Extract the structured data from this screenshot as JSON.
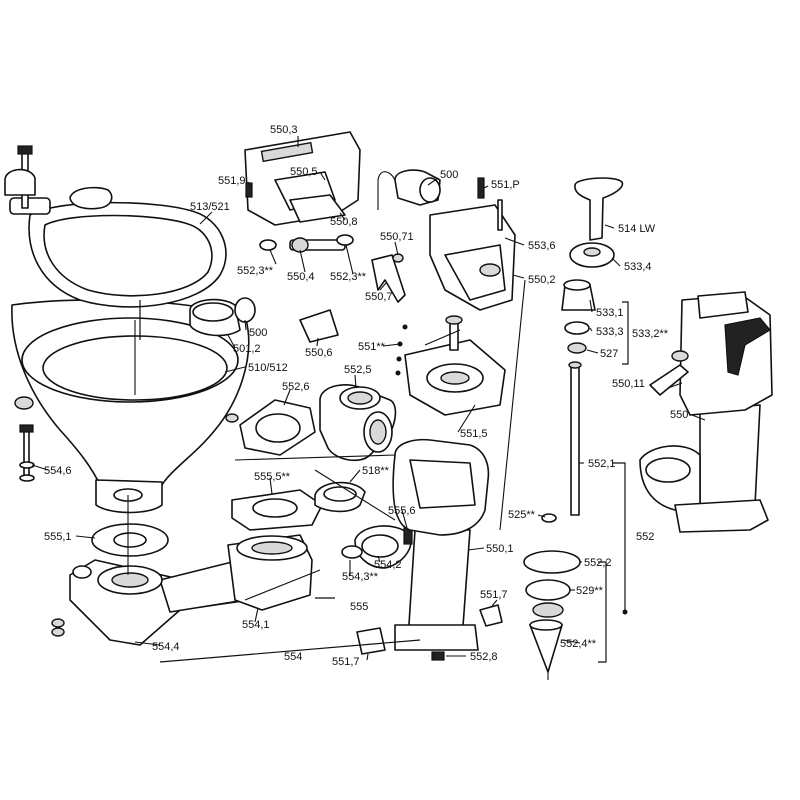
{
  "labels": [
    {
      "id": "l-550-3",
      "text": "550,3"
    },
    {
      "id": "l-551-9",
      "text": "551,9"
    },
    {
      "id": "l-550-5",
      "text": "550,5"
    },
    {
      "id": "l-513-521",
      "text": "513/521"
    },
    {
      "id": "l-500-top",
      "text": "500"
    },
    {
      "id": "l-551-p",
      "text": "551,P"
    },
    {
      "id": "l-514-lw",
      "text": "514 LW"
    },
    {
      "id": "l-550-8",
      "text": "550,8"
    },
    {
      "id": "l-550-71",
      "text": "550,71"
    },
    {
      "id": "l-553-6",
      "text": "553,6"
    },
    {
      "id": "l-552-3-a",
      "text": "552,3**"
    },
    {
      "id": "l-550-4",
      "text": "550,4"
    },
    {
      "id": "l-552-3-b",
      "text": "552,3**"
    },
    {
      "id": "l-533-4",
      "text": "533,4"
    },
    {
      "id": "l-550-2",
      "text": "550,2"
    },
    {
      "id": "l-550-7",
      "text": "550,7"
    },
    {
      "id": "l-533-1",
      "text": "533,1"
    },
    {
      "id": "l-500-mid",
      "text": "500"
    },
    {
      "id": "l-533-3",
      "text": "533,3"
    },
    {
      "id": "l-533-2",
      "text": "533,2**"
    },
    {
      "id": "l-501-2",
      "text": "501,2"
    },
    {
      "id": "l-550-6",
      "text": "550,6"
    },
    {
      "id": "l-551",
      "text": "551**"
    },
    {
      "id": "l-527",
      "text": "527"
    },
    {
      "id": "l-510-512",
      "text": "510/512"
    },
    {
      "id": "l-552-5",
      "text": "552,5"
    },
    {
      "id": "l-550-11",
      "text": "550,11"
    },
    {
      "id": "l-552-6",
      "text": "552,6"
    },
    {
      "id": "l-550",
      "text": "550"
    },
    {
      "id": "l-551-5",
      "text": "551,5"
    },
    {
      "id": "l-552-1",
      "text": "552,1"
    },
    {
      "id": "l-554-6",
      "text": "554,6"
    },
    {
      "id": "l-518",
      "text": "518**"
    },
    {
      "id": "l-555-5",
      "text": "555,5**"
    },
    {
      "id": "l-525",
      "text": "525**"
    },
    {
      "id": "l-555-6",
      "text": "555,6"
    },
    {
      "id": "l-555-1",
      "text": "555,1"
    },
    {
      "id": "l-552",
      "text": "552"
    },
    {
      "id": "l-550-1",
      "text": "550,1"
    },
    {
      "id": "l-554-2",
      "text": "554,2"
    },
    {
      "id": "l-552-2",
      "text": "552,2"
    },
    {
      "id": "l-554-3",
      "text": "554,3**"
    },
    {
      "id": "l-529",
      "text": "529**"
    },
    {
      "id": "l-555",
      "text": "555"
    },
    {
      "id": "l-551-7-a",
      "text": "551,7"
    },
    {
      "id": "l-554-1",
      "text": "554,1"
    },
    {
      "id": "l-552-4",
      "text": "552,4**"
    },
    {
      "id": "l-554-4",
      "text": "554,4"
    },
    {
      "id": "l-554",
      "text": "554"
    },
    {
      "id": "l-552-8",
      "text": "552,8"
    },
    {
      "id": "l-551-7-b",
      "text": "551,7"
    }
  ]
}
